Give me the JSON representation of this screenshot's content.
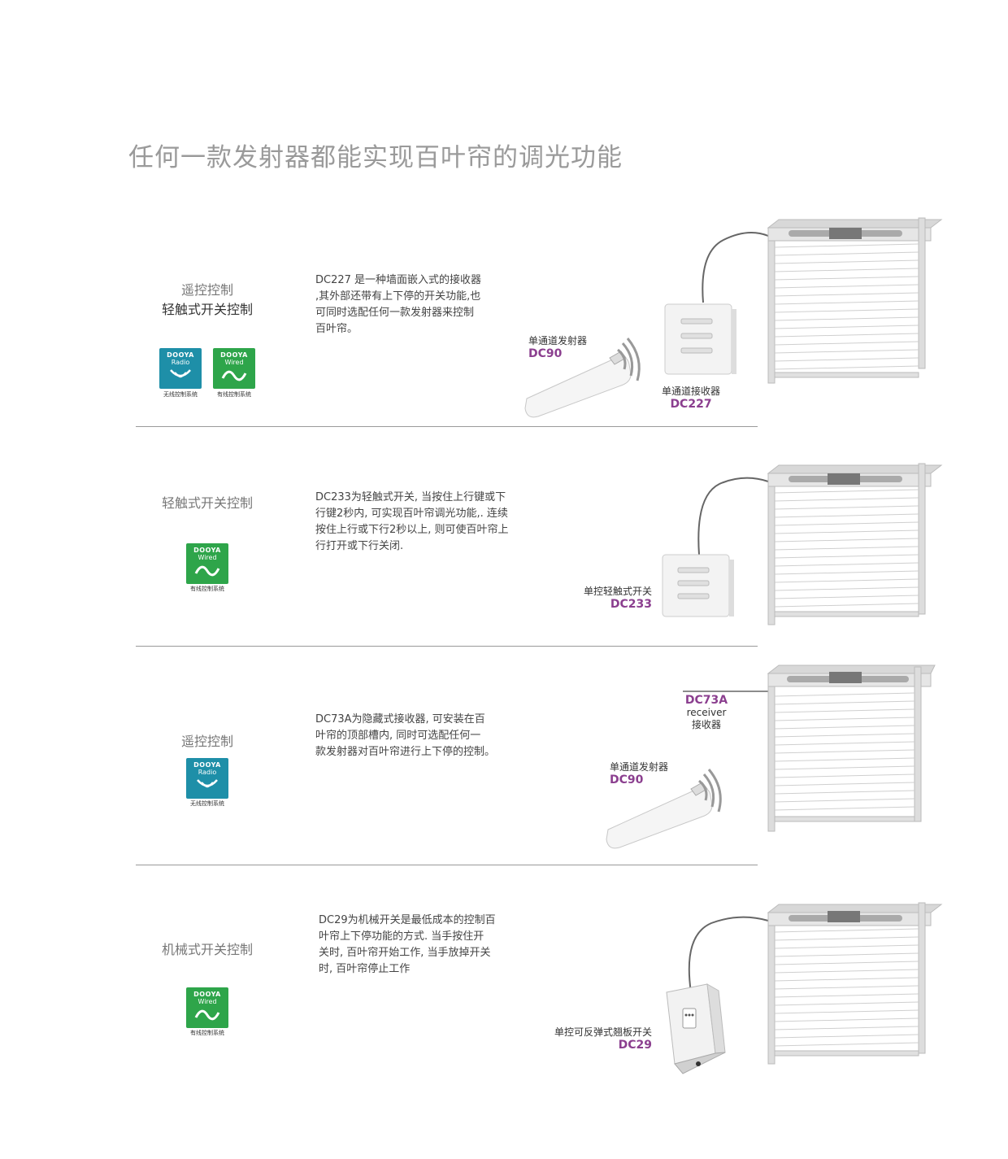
{
  "page_title": "任何一款发射器都能实现百叶帘的调光功能",
  "badges": {
    "brand": "DOOYA",
    "radio": "Radio",
    "wired": "Wired",
    "radio_caption": "无线控制系统",
    "wired_caption": "有线控制系统",
    "radio_color": "#1e8fa8",
    "wired_color": "#2ea54a"
  },
  "accent_color": "#8b3f8f",
  "sections": [
    {
      "category_line1": "遥控控制",
      "category_line2": "轻触式开关控制",
      "description": "DC227 是一种墙面嵌入式的接收器\n,其外部还带有上下停的开关功能,也\n可同时选配任何一款发射器来控制\n百叶帘。",
      "transmitter_label": "单通道发射器",
      "transmitter_code": "DC90",
      "device_label": "单通道接收器",
      "device_code": "DC227"
    },
    {
      "category_line1": "轻触式开关控制",
      "description": "DC233为轻触式开关, 当按住上行键或下\n行键2秒内, 可实现百叶帘调光功能,. 连续\n按住上行或下行2秒以上, 则可使百叶帘上\n行打开或下行关闭.",
      "device_label": "单控轻触式开关",
      "device_code": "DC233"
    },
    {
      "category_line1": "遥控控制",
      "description": "DC73A为隐藏式接收器, 可安装在百\n叶帘的顶部槽内, 同时可选配任何一\n款发射器对百叶帘进行上下停的控制。",
      "receiver_code": "DC73A",
      "receiver_en": "receiver",
      "receiver_cn": "接收器",
      "transmitter_label": "单通道发射器",
      "transmitter_code": "DC90"
    },
    {
      "category_line1": "机械式开关控制",
      "description": "DC29为机械开关是最低成本的控制百\n叶帘上下停功能的方式. 当手按住开\n关时, 百叶帘开始工作, 当手放掉开关\n时, 百叶帘停止工作",
      "device_label": "单控可反弹式翘板开关",
      "device_code": "DC29"
    }
  ]
}
